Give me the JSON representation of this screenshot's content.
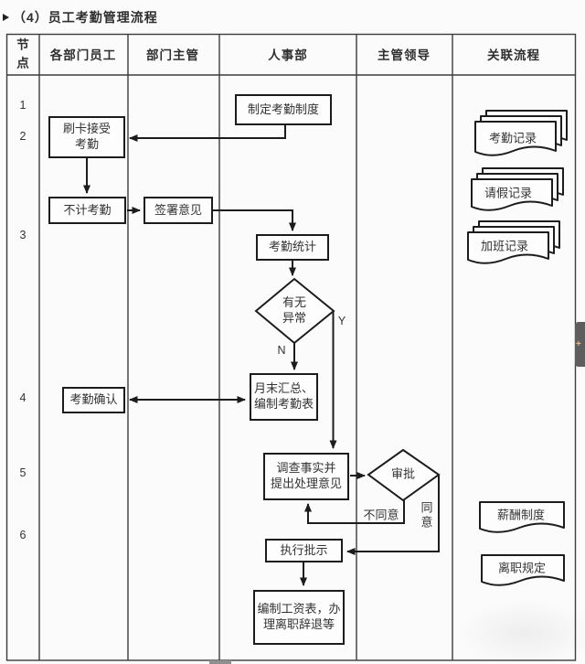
{
  "title": "（4）员工考勤管理流程",
  "swimlanes": {
    "node_header": [
      "节",
      "点"
    ],
    "columns": [
      "各部门员工",
      "部门主管",
      "人事部",
      "主管领导",
      "关联流程"
    ],
    "node_numbers": [
      "1",
      "2",
      "3",
      "4",
      "5",
      "6"
    ]
  },
  "nodes": {
    "make_policy": "制定考勤制度",
    "swipe_card": [
      "刷卡接受",
      "考勤"
    ],
    "no_attendance": "不计考勤",
    "sign_opinion": "签署意见",
    "attendance_stats": "考勤统计",
    "anomaly_decision": [
      "有无",
      "异常"
    ],
    "monthly_summary": [
      "月末汇总、",
      "编制考勤表"
    ],
    "attendance_confirm": "考勤确认",
    "investigate": [
      "调查事实并",
      "提出处理意见"
    ],
    "approval": "审批",
    "execute_order": "执行批示",
    "payroll": [
      "编制工资表，办",
      "理离职辞退等"
    ]
  },
  "edge_labels": {
    "yes": "Y",
    "no": "N",
    "disagree": "不同意",
    "agree": [
      "同",
      "意"
    ]
  },
  "related_docs": {
    "attendance_record": "考勤记录",
    "leave_record": "请假记录",
    "overtime_record": "加班记录",
    "salary_policy": "薪酬制度",
    "resignation_rule": "离职规定"
  },
  "side_tab_glyph": "+",
  "colors": {
    "flow_line": "#1c1c1c",
    "grid_line": "#3c3c3c",
    "text": "#333333",
    "background": "#fbfbfb",
    "side_tab": "#5e5e5e",
    "side_tab_glyph": "#e0b98c"
  }
}
